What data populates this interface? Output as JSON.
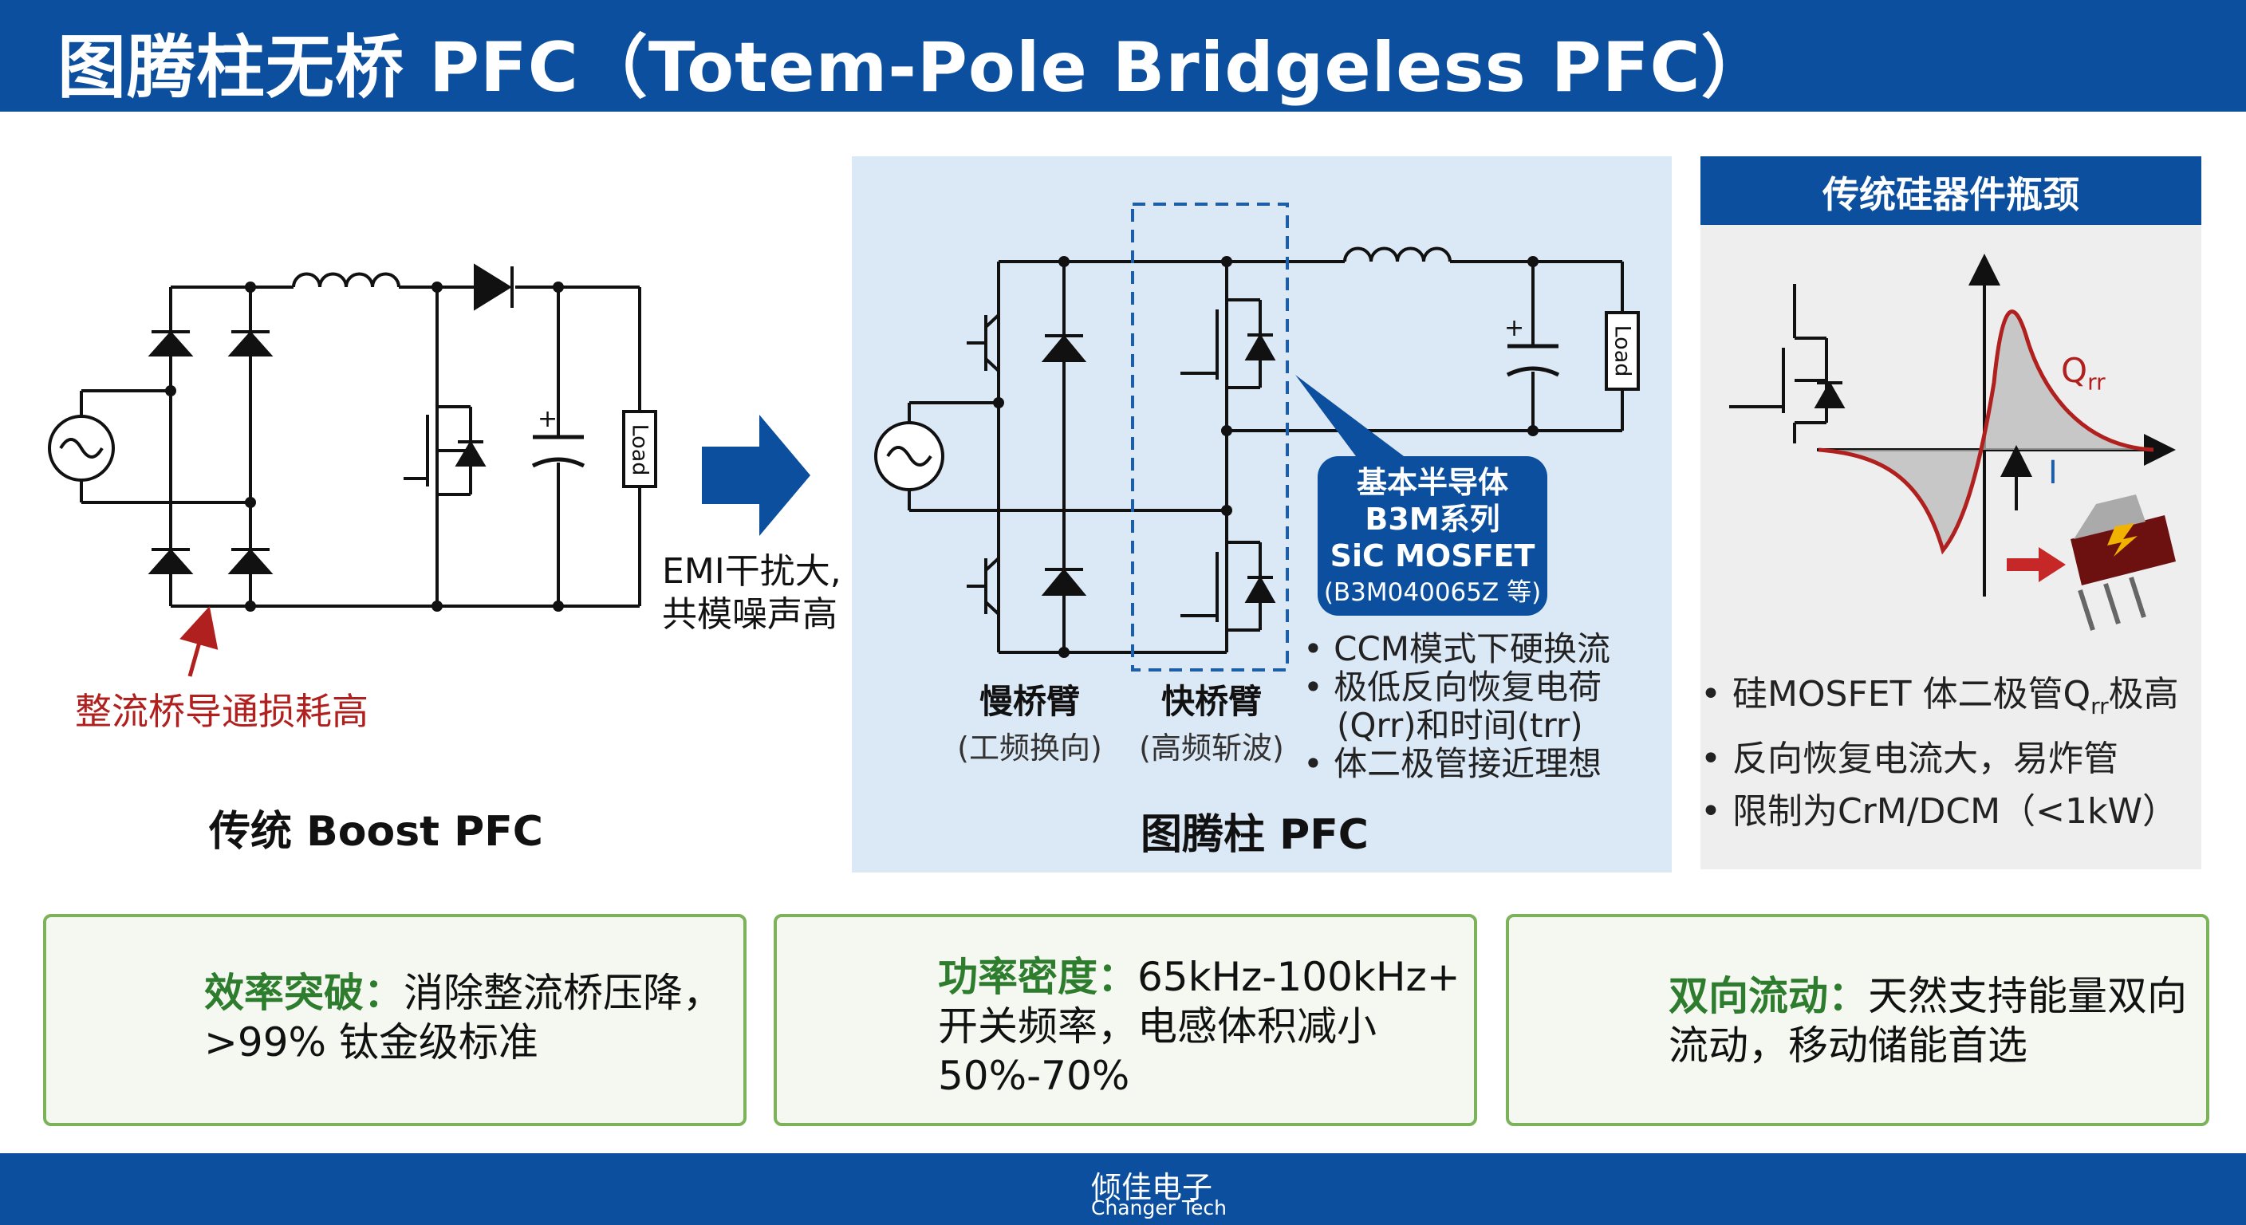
{
  "header": {
    "title": "图腾柱无桥 PFC（Totem-Pole Bridgeless PFC）"
  },
  "boost": {
    "title": "传统 Boost PFC",
    "problem_label": "整流桥导通损耗高",
    "load_label": "Load",
    "cap_plus": "+"
  },
  "arrow_note": {
    "line1": "EMI干扰大,",
    "line2": "共模噪声高"
  },
  "totem": {
    "title": "图腾柱 PFC",
    "slow_leg": {
      "name": "慢桥臂",
      "desc": "(工频换向)"
    },
    "fast_leg": {
      "name": "快桥臂",
      "desc": "(高频斩波)"
    },
    "load_label": "Load",
    "cap_plus": "+",
    "callout": {
      "line1": "基本半导体",
      "line2": "B3M系列",
      "line3": "SiC MOSFET",
      "line4": "(B3M040065Z 等)"
    },
    "bullets": [
      "CCM模式下硬换流",
      "极低反向恢复电荷",
      "(Qrr)和时间(trr)",
      "体二极管接近理想"
    ]
  },
  "bottleneck": {
    "title": "传统硅器件瓶颈",
    "qrr_label": "Q",
    "qrr_sub": "rr",
    "i_label": "I",
    "bullets": [
      {
        "pre": "硅MOSFET 体二极管Q",
        "sub": "rr",
        "post": "极高"
      },
      {
        "pre": "反向恢复电流大，易炸管",
        "sub": "",
        "post": ""
      },
      {
        "pre": "限制为CrM/DCM（<1kW）",
        "sub": "",
        "post": ""
      }
    ]
  },
  "features": [
    {
      "icon": "gauge-icon",
      "title": "效率突破：",
      "body1": "消除整流桥压降，",
      "body2": ">99% 钛金级标准",
      "body3": ""
    },
    {
      "icon": "gauge-icon",
      "title": "功率密度：",
      "body1": "65kHz-100kHz+",
      "body2": "开关频率，电感体积减小",
      "body3": "50%-70%"
    },
    {
      "icon": "bidirectional-arrows-icon",
      "title": "双向流动：",
      "body1": "天然支持能量双向",
      "body2": "流动，移动储能首选",
      "body3": ""
    }
  ],
  "footer": {
    "company_cn": "倾佳电子",
    "company_en": "Changer Tech"
  },
  "colors": {
    "brand_blue": "#0b4f9e",
    "accent_red": "#b0201e",
    "feature_green": "#2e7d2e"
  }
}
